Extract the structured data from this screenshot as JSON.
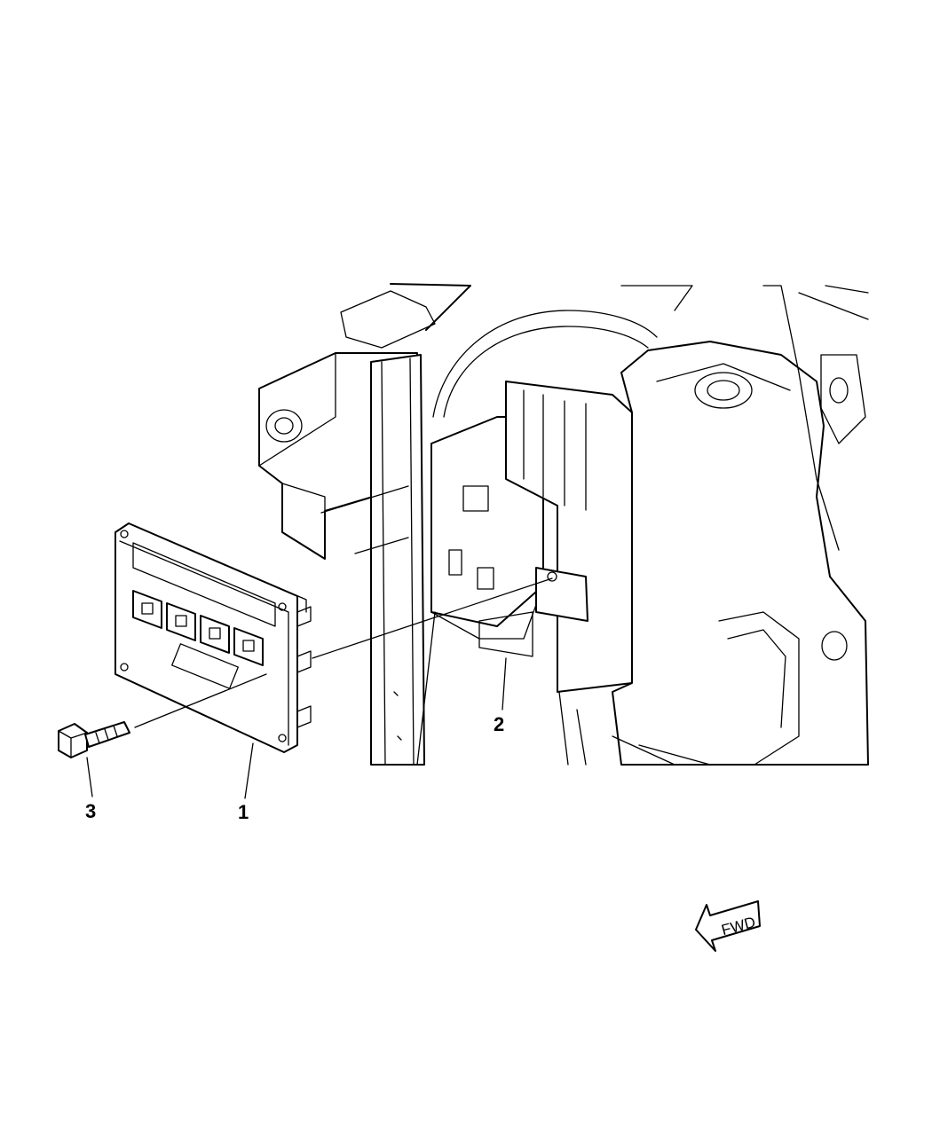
{
  "callouts": [
    {
      "id": "1",
      "label": "1"
    },
    {
      "id": "2",
      "label": "2"
    },
    {
      "id": "3",
      "label": "3"
    }
  ],
  "direction_indicator": {
    "label": "FWD"
  }
}
